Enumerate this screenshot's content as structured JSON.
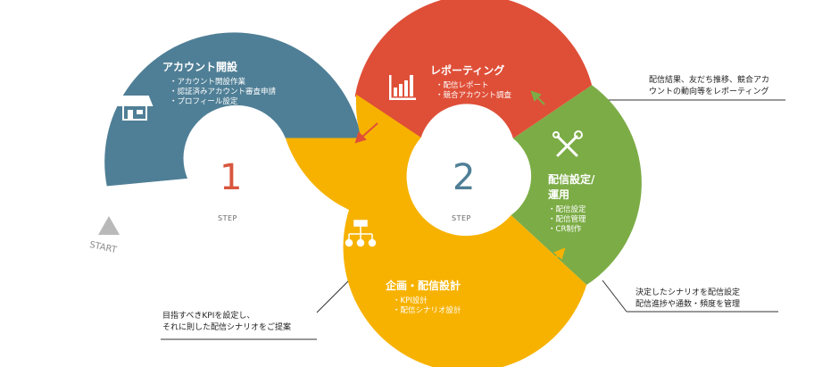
{
  "colors": {
    "account_setup": "#4f7f96",
    "planning": "#f7b200",
    "reporting": "#df4f38",
    "delivery": "#7cac46",
    "step1_number": "#d9563e",
    "step2_number": "#4f7f96"
  },
  "start_label": "START",
  "steps": [
    {
      "number": "1",
      "label": "STEP"
    },
    {
      "number": "2",
      "label": "STEP"
    }
  ],
  "segments": {
    "account_setup": {
      "title": "アカウント開設",
      "icon": "storefront-icon",
      "items": [
        "アカウント開設作業",
        "認証済みアカウント審査申請",
        "プロフィール設定"
      ]
    },
    "planning": {
      "title": "企画・配信設計",
      "icon": "flowchart-icon",
      "items": [
        "KPI設計",
        "配信シナリオ設計"
      ]
    },
    "reporting": {
      "title": "レポーティング",
      "icon": "bar-chart-icon",
      "items": [
        "配信レポート",
        "競合アカウント調査"
      ]
    },
    "delivery": {
      "title_line1": "配信設定/",
      "title_line2": "運用",
      "icon": "tools-icon",
      "items": [
        "配信設定",
        "配信管理",
        "CR制作"
      ]
    }
  },
  "notes": {
    "planning": [
      "目指すべきKPIを設定し、",
      "それに則した配信シナリオをご提案"
    ],
    "reporting": [
      "配信結果、友だち推移、競合アカ",
      "ウントの動向等をレポーティング"
    ],
    "delivery": [
      "決定したシナリオを配信設定",
      "配信進捗や通数・頻度を管理"
    ]
  }
}
